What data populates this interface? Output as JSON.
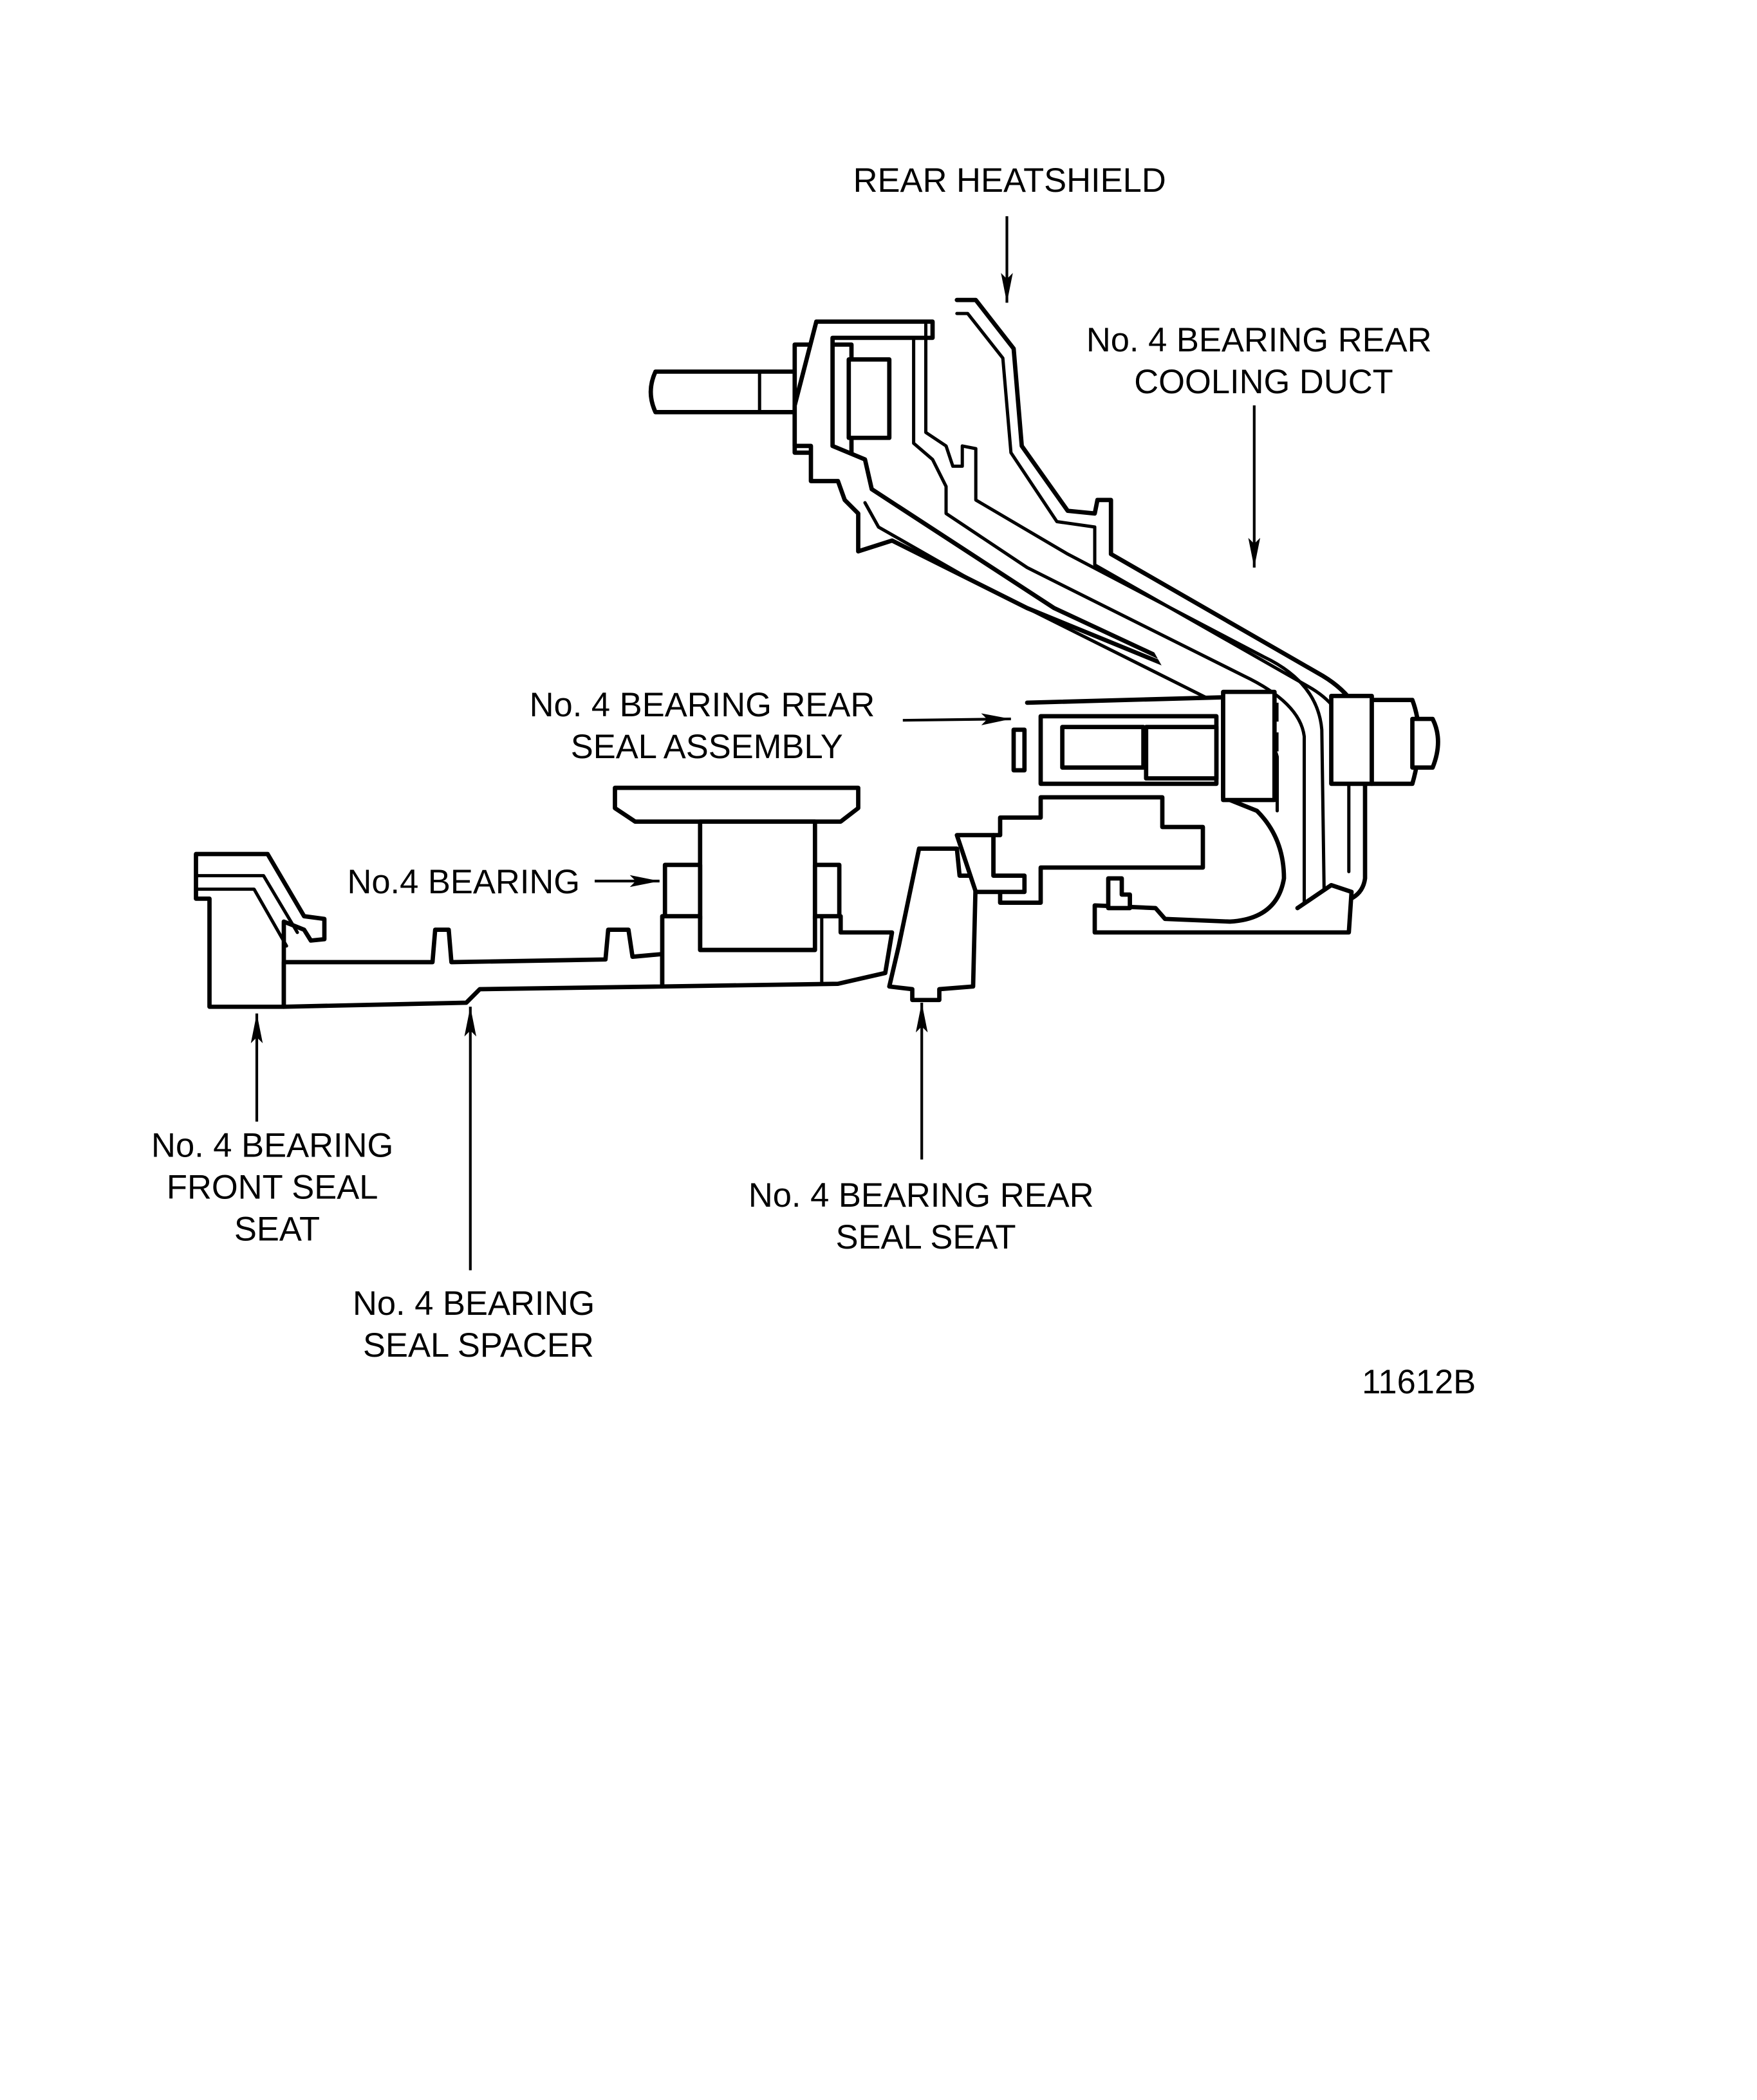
{
  "figure": {
    "figure_number": "11612B",
    "colors": {
      "ink": "#000000",
      "paper": "#ffffff"
    },
    "callouts": [
      {
        "id": "rear-heatshield",
        "lines": [
          "REAR HEATSHIELD"
        ]
      },
      {
        "id": "rear-cooling-duct",
        "lines": [
          "No. 4 BEARING REAR",
          "COOLING DUCT"
        ]
      },
      {
        "id": "rear-seal-assembly",
        "lines": [
          "No. 4 BEARING REAR",
          "SEAL ASSEMBLY"
        ]
      },
      {
        "id": "bearing",
        "lines": [
          "No.4 BEARING"
        ]
      },
      {
        "id": "front-seal-seat",
        "lines": [
          "No. 4 BEARING",
          "FRONT SEAL",
          "SEAT"
        ]
      },
      {
        "id": "seal-spacer",
        "lines": [
          "No. 4 BEARING",
          "SEAL SPACER"
        ]
      },
      {
        "id": "rear-seal-seat",
        "lines": [
          "No. 4 BEARING REAR",
          "SEAL SEAT"
        ]
      }
    ]
  }
}
